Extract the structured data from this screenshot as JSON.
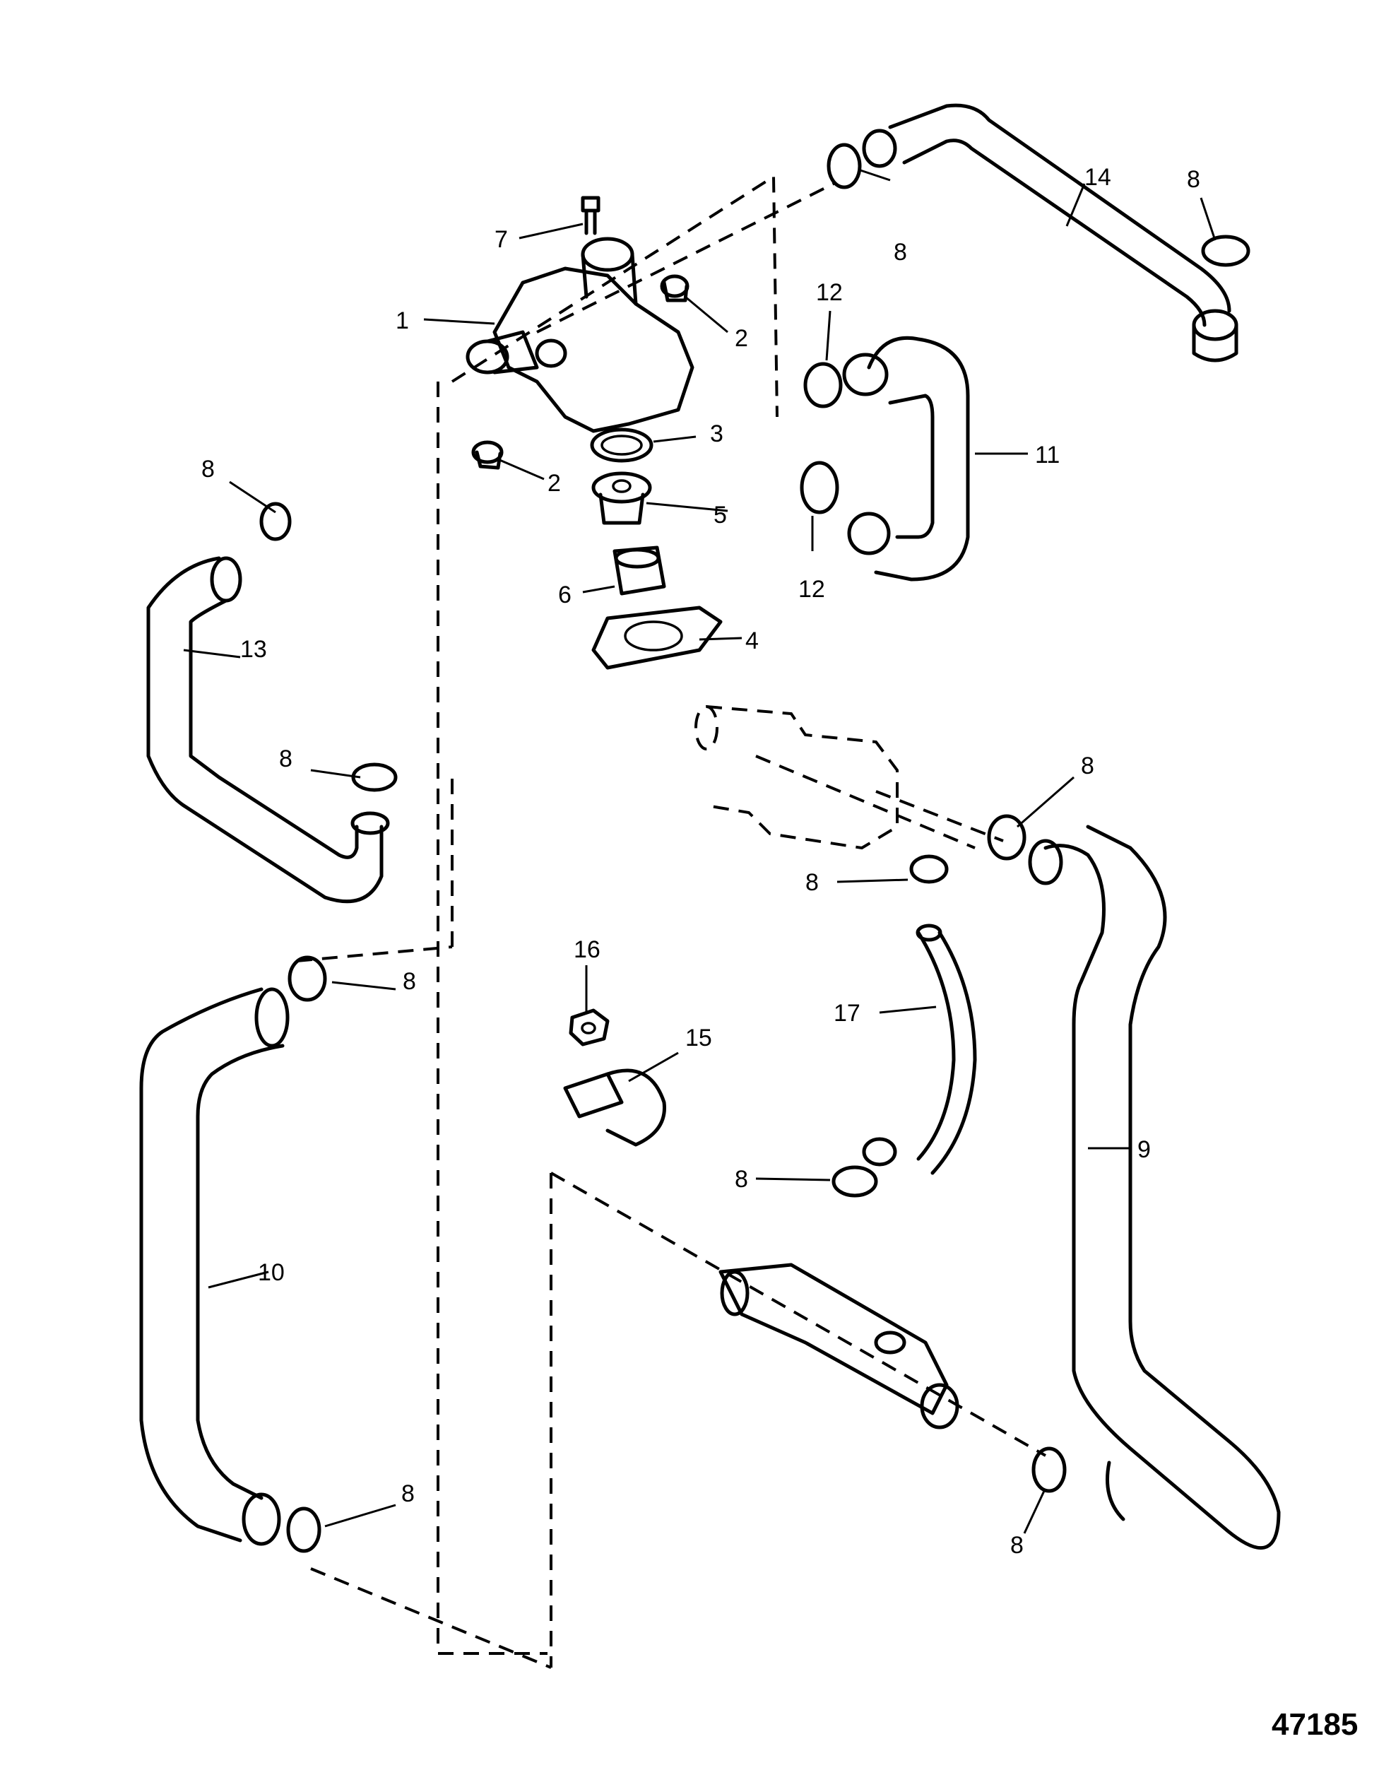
{
  "figure_number": "47185",
  "callouts": [
    {
      "id": "c1",
      "label": "1"
    },
    {
      "id": "c2a",
      "label": "2"
    },
    {
      "id": "c2b",
      "label": "2"
    },
    {
      "id": "c3",
      "label": "3"
    },
    {
      "id": "c4",
      "label": "4"
    },
    {
      "id": "c5",
      "label": "5"
    },
    {
      "id": "c6",
      "label": "6"
    },
    {
      "id": "c7",
      "label": "7"
    },
    {
      "id": "c8a",
      "label": "8"
    },
    {
      "id": "c8b",
      "label": "8"
    },
    {
      "id": "c8c",
      "label": "8"
    },
    {
      "id": "c8d",
      "label": "8"
    },
    {
      "id": "c8e",
      "label": "8"
    },
    {
      "id": "c8f",
      "label": "8"
    },
    {
      "id": "c8g",
      "label": "8"
    },
    {
      "id": "c8h",
      "label": "8"
    },
    {
      "id": "c8i",
      "label": "8"
    },
    {
      "id": "c8j",
      "label": "8"
    },
    {
      "id": "c9",
      "label": "9"
    },
    {
      "id": "c10",
      "label": "10"
    },
    {
      "id": "c11",
      "label": "11"
    },
    {
      "id": "c12a",
      "label": "12"
    },
    {
      "id": "c12b",
      "label": "12"
    },
    {
      "id": "c13",
      "label": "13"
    },
    {
      "id": "c14",
      "label": "14"
    },
    {
      "id": "c15",
      "label": "15"
    },
    {
      "id": "c16",
      "label": "16"
    },
    {
      "id": "c17",
      "label": "17"
    }
  ]
}
